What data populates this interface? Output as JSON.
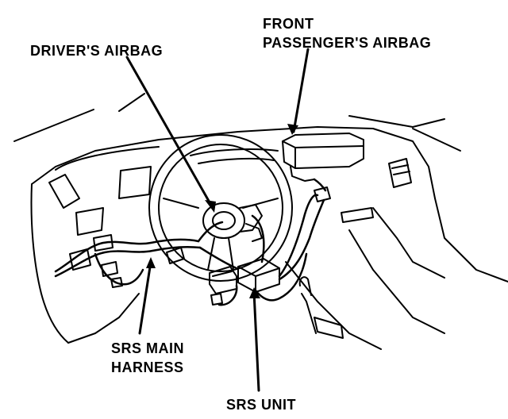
{
  "labels": {
    "front_passenger_airbag_line1": "FRONT",
    "front_passenger_airbag_line2": "PASSENGER'S AIRBAG",
    "drivers_airbag": "DRIVER'S AIRBAG",
    "srs_main_harness_line1": "SRS MAIN",
    "srs_main_harness_line2": "HARNESS",
    "srs_unit": "SRS UNIT"
  },
  "colors": {
    "ink": "#000000",
    "paper": "#ffffff"
  }
}
